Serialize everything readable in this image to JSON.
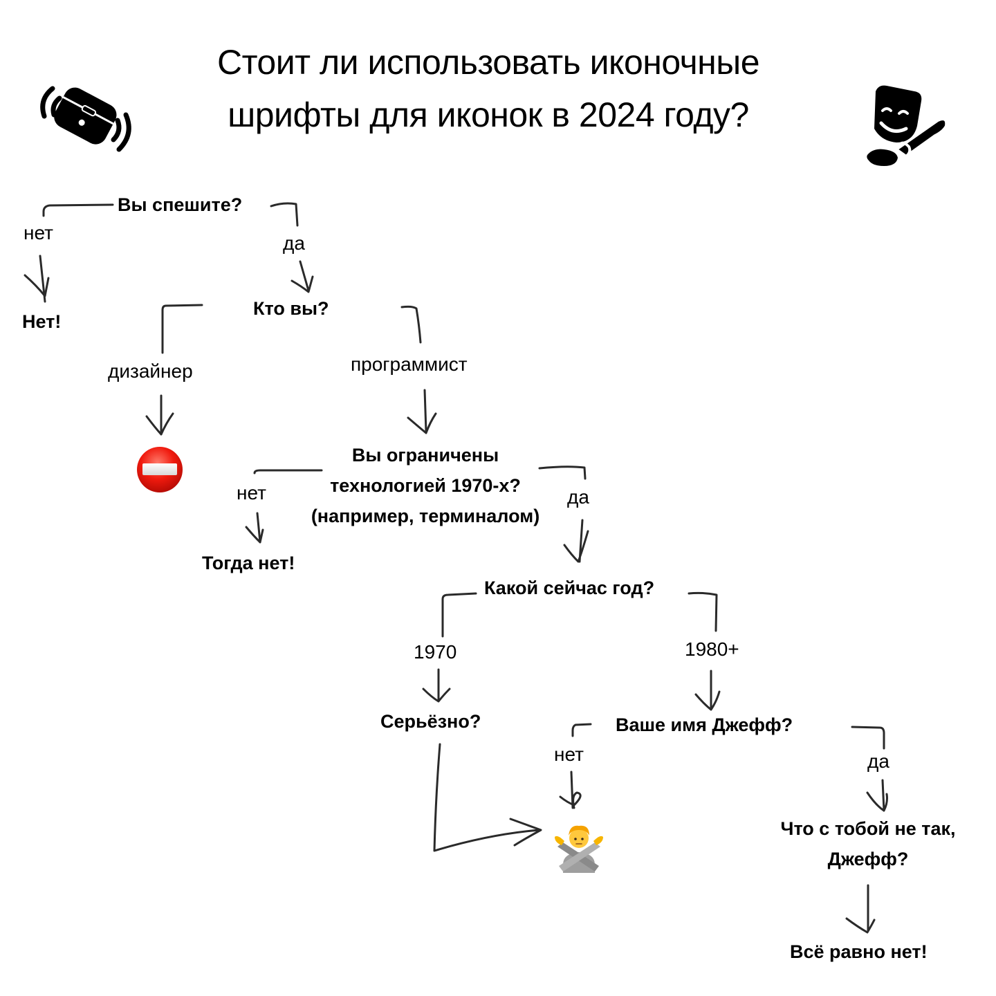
{
  "title": {
    "line1": "Стоит ли использовать иконочные",
    "line2": "шрифты для иконок в 2024 году?"
  },
  "decor_icons": {
    "left": "vibrating-earbuds-case-icon",
    "right": "theater-mask-paintbrush-icon"
  },
  "nodes": {
    "q_hurry": "Вы спешите?",
    "a_no": "Нет!",
    "q_who": "Кто вы?",
    "q_limited_line1": "Вы ограничены",
    "q_limited_line2": "технологией 1970-х?",
    "q_limited_line3": "(например, терминалом)",
    "a_then_no": "Тогда нет!",
    "q_year": "Какой сейчас год?",
    "q_seriously": "Серьёзно?",
    "q_jeff": "Ваше имя Джефф?",
    "q_whats_wrong_line1": "Что с тобой не так,",
    "q_whats_wrong_line2": "Джефф?",
    "a_still_no": "Всё равно нет!"
  },
  "edge_labels": {
    "hurry_no": "нет",
    "hurry_yes": "да",
    "who_designer": "дизайнер",
    "who_programmer": "программист",
    "limited_no": "нет",
    "limited_yes": "да",
    "year_1970": "1970",
    "year_1980": "1980+",
    "jeff_no": "нет",
    "jeff_yes": "да"
  },
  "terminal_icons": {
    "designer": "no-entry-icon",
    "refusal": "person-gesturing-no-icon"
  },
  "colors": {
    "text": "#000000",
    "lines": "#2a2a2a",
    "no_entry_red": "#e8160c",
    "background": "#ffffff"
  }
}
